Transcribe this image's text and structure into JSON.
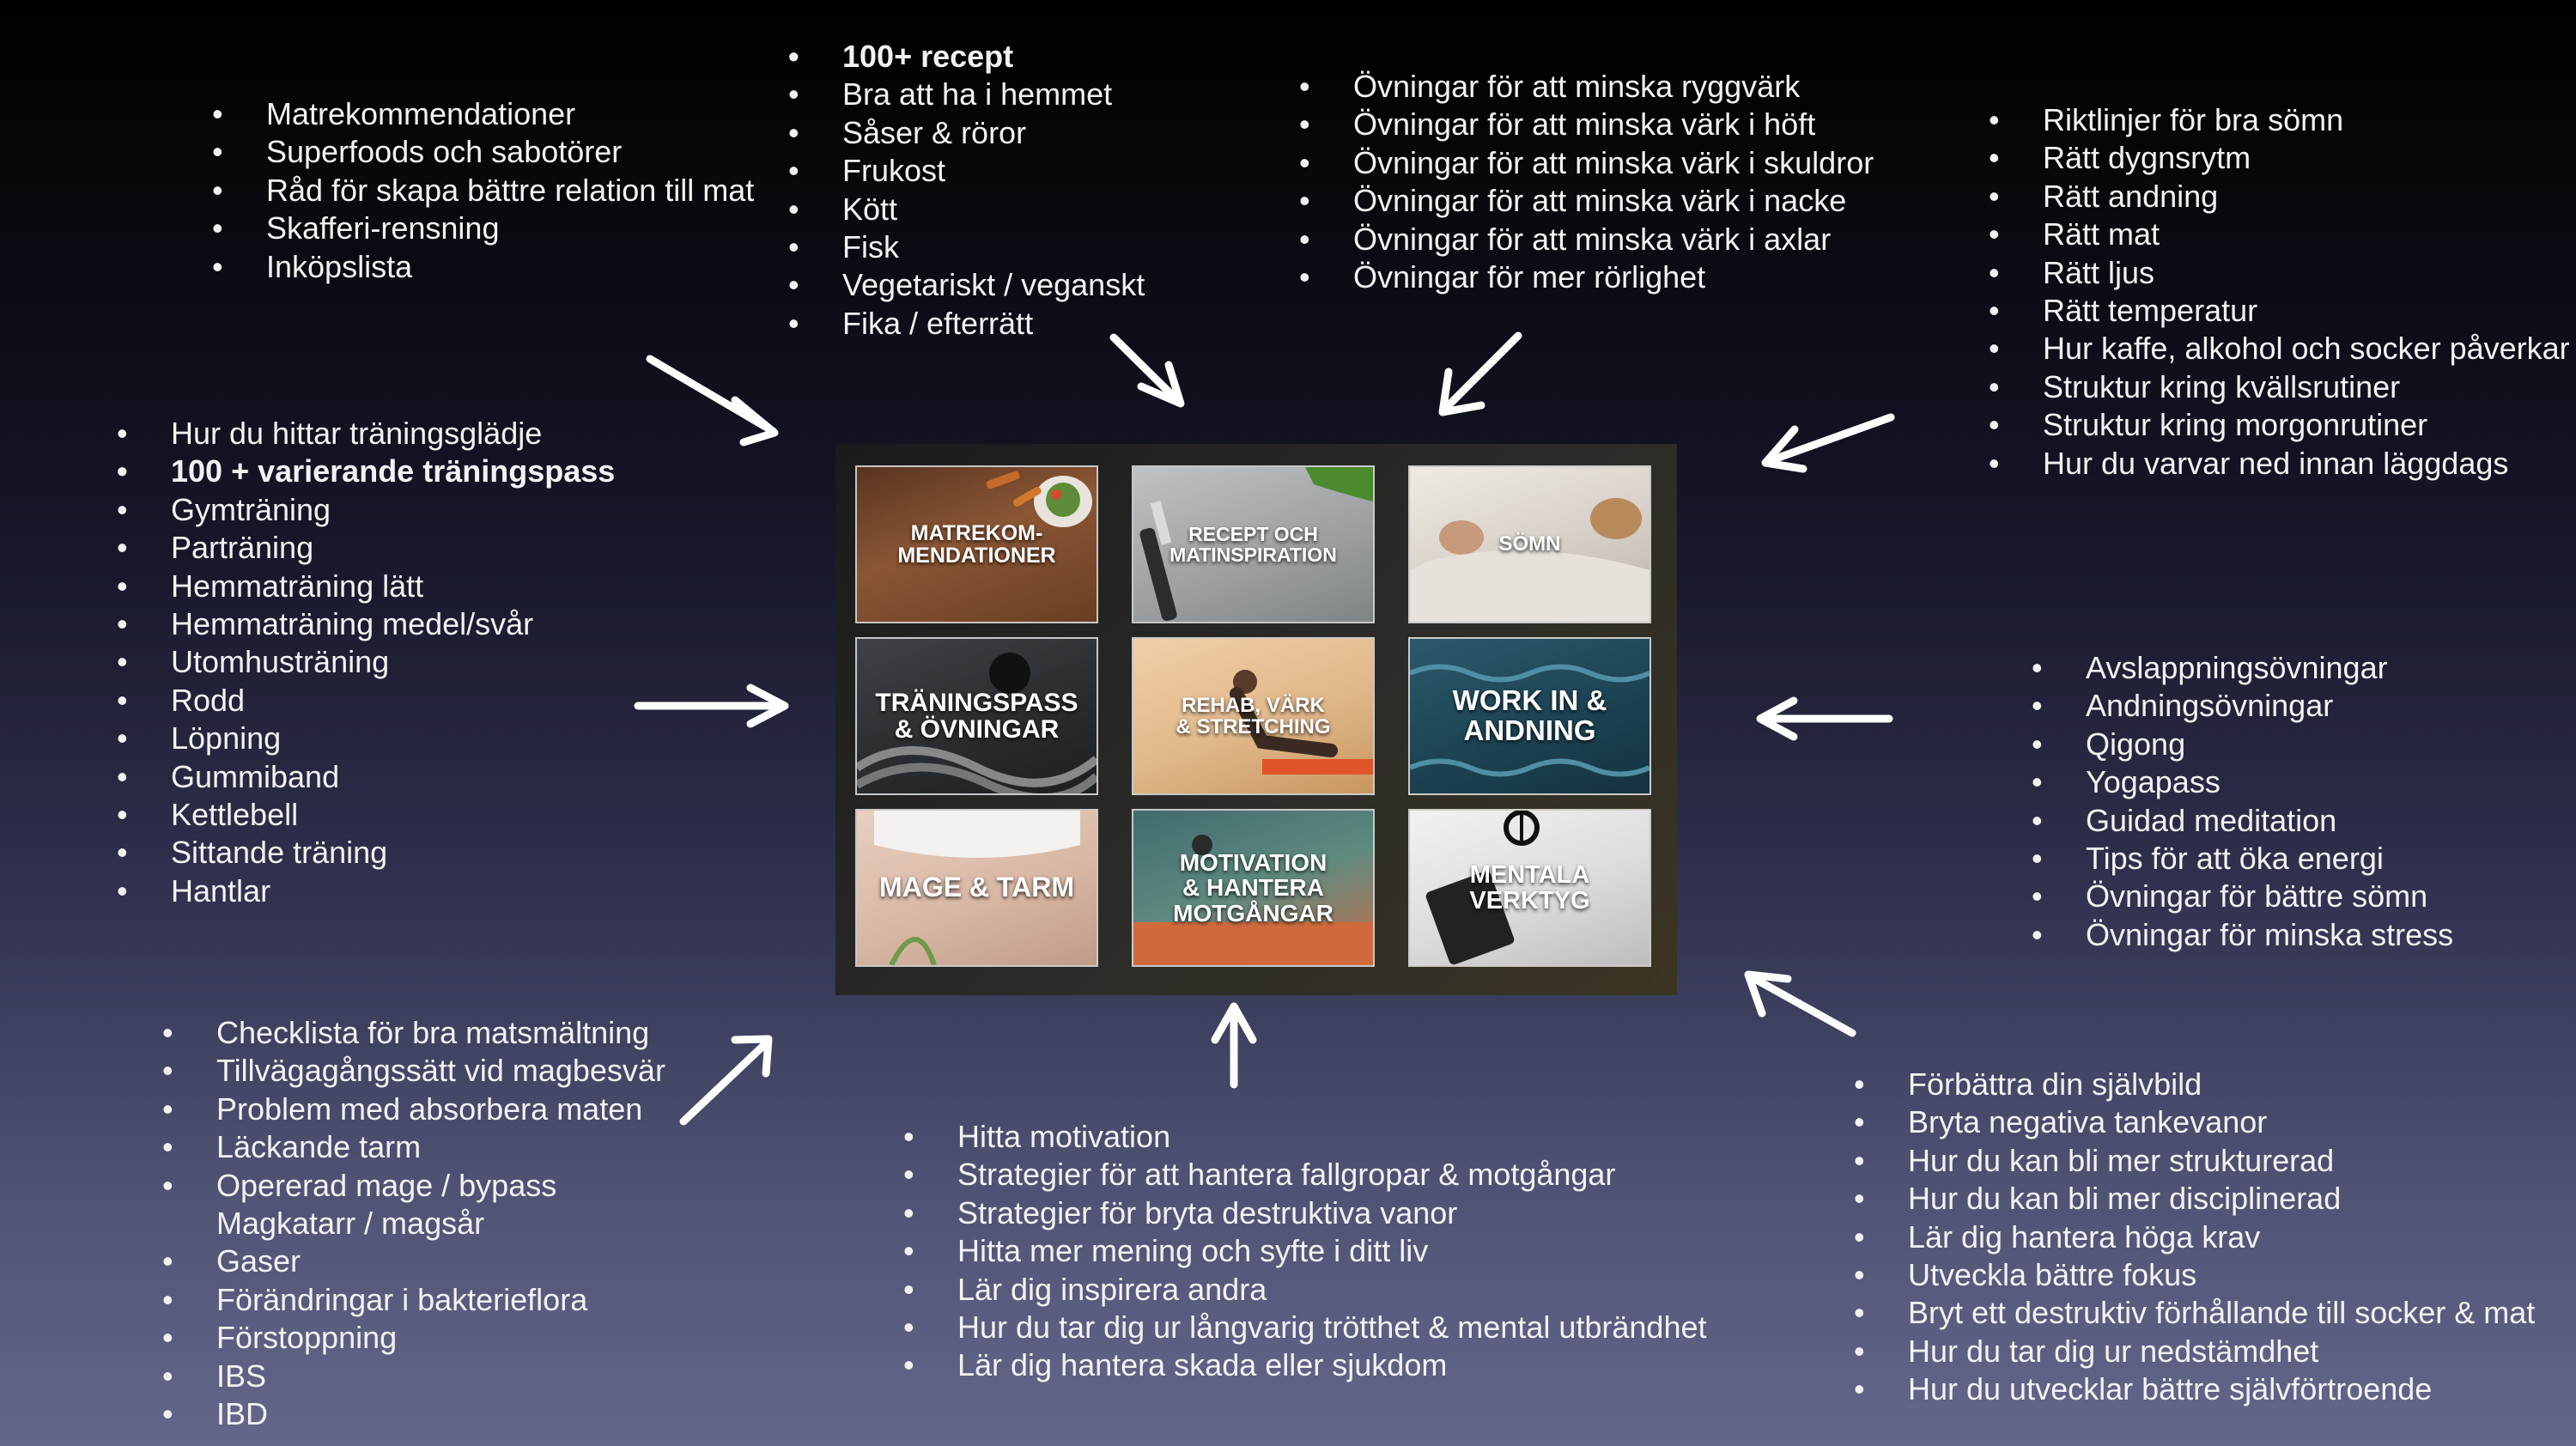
{
  "lists": {
    "mat": [
      "Matrekommendationer",
      "Superfoods och sabotörer",
      "Råd för skapa bättre relation till mat",
      "Skafferi-rensning",
      "Inköpslista"
    ],
    "recept": [
      "100+ recept",
      "Bra att ha i hemmet",
      "Såser & röror",
      "Frukost",
      "Kött",
      "Fisk",
      "Vegetariskt / veganskt",
      "Fika / efterrätt"
    ],
    "rehab": [
      "Övningar för att minska ryggvärk",
      "Övningar för att minska värk i höft",
      "Övningar för att minska värk i skuldror",
      "Övningar för att minska värk i nacke",
      "Övningar för att minska värk i axlar",
      "Övningar för mer rörlighet"
    ],
    "somn": [
      "Riktlinjer för bra sömn",
      "Rätt dygnsrytm",
      "Rätt andning",
      "Rätt mat",
      "Rätt ljus",
      "Rätt temperatur",
      "Hur kaffe, alkohol och socker påverkar",
      "Struktur kring kvällsrutiner",
      "Struktur kring morgonrutiner",
      "Hur du varvar ned innan läggdags"
    ],
    "traning": [
      "Hur du hittar träningsglädje",
      "100 + varierande träningspass",
      "Gymträning",
      "Parträning",
      "Hemmaträning lätt",
      "Hemmaträning medel/svår",
      "Utomhusträning",
      "Rodd",
      "Löpning",
      "Gummiband",
      "Kettlebell",
      "Sittande träning",
      "Hantlar"
    ],
    "andning": [
      "Avslappningsövningar",
      "Andningsövningar",
      "Qigong",
      "Yogapass",
      "Guidad meditation",
      "Tips för att öka energi",
      "Övningar för bättre sömn",
      "Övningar för minska stress"
    ],
    "mage": [
      "Checklista för bra matsmältning",
      "Tillvägagångssätt vid magbesvär",
      "Problem med absorbera maten",
      "Läckande tarm",
      "Opererad mage / bypass",
      "Magkatarr / magsår",
      "Gaser",
      "Förändringar i bakterieflora",
      "Förstoppning",
      "IBS",
      "IBD"
    ],
    "motivation": [
      "Hitta motivation",
      "Strategier för att hantera fallgropar & motgångar",
      "Strategier för bryta destruktiva vanor",
      "Hitta mer mening och syfte i ditt liv",
      "Lär dig inspirera andra",
      "Hur du tar dig ur långvarig trötthet & mental utbrändhet",
      "Lär dig hantera skada eller sjukdom"
    ],
    "mentala": [
      "Förbättra din självbild",
      "Bryta negativa tankevanor",
      "Hur du kan bli mer strukturerad",
      "Hur du kan bli mer disciplinerad",
      "Lär dig hantera höga krav",
      "Utveckla bättre fokus",
      "Bryt ett destruktiv förhållande till socker & mat",
      "Hur du tar dig ur nedstämdhet",
      "Hur du utvecklar bättre självförtroende"
    ]
  },
  "tiles": {
    "matrek": "MATREKOM-\nMENDATIONER",
    "recept": "RECEPT OCH\nMATINSPIRATION",
    "somn": "SÖMN",
    "traning": "TRÄNINGSPASS\n& ÖVNINGAR",
    "rehab": "REHAB, VÄRK\n& STRETCHING",
    "andning": "WORK IN &\nANDNING",
    "mage": "MAGE & TARM",
    "motivation": "MOTIVATION\n& HANTERA\nMOTGÅNGAR",
    "mentala": "MENTALA\nVERKTYG"
  },
  "colors": {
    "text": "#f2f2f2",
    "arrow": "#ffffff",
    "background_top": "#000000",
    "background_bottom": "#64678a"
  }
}
